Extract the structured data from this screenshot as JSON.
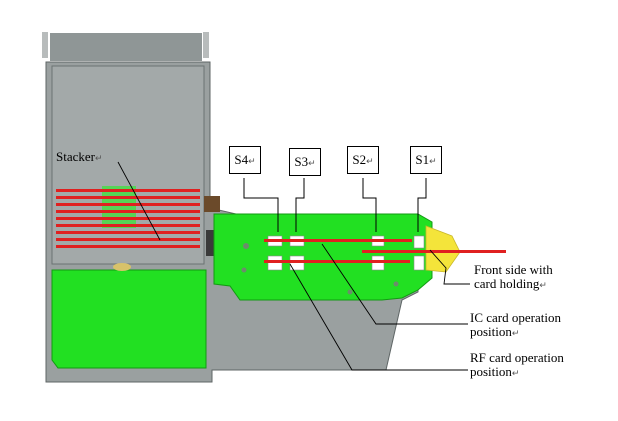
{
  "labels": {
    "stacker": "Stacker",
    "s4": "S4",
    "s3": "S3",
    "s2": "S2",
    "s1": "S1",
    "front_line1": "Front side with",
    "front_line2": "card holding",
    "ic_line1": "IC card operation",
    "ic_line2": "position",
    "rf_line1": "RF card operation",
    "rf_line2": "position"
  },
  "return_mark": "↵",
  "colors": {
    "housing": "#9aa0a0",
    "housing_dark": "#7f8686",
    "board_green": "#22e022",
    "rail_red": "#e02020",
    "front_yellow": "#f4e43a"
  }
}
